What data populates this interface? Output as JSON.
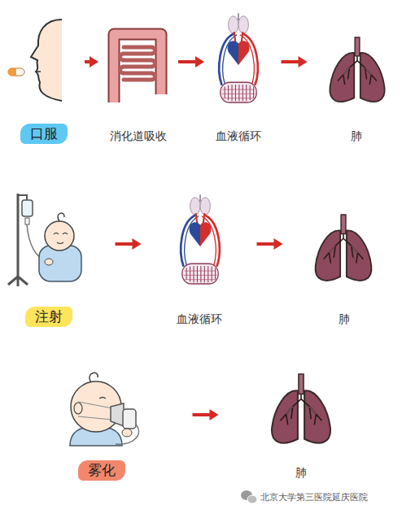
{
  "diagram": {
    "nodes": [
      {
        "text": [
          "口服"
        ]
      },
      {
        "text": [
          "消化道吸收"
        ]
      },
      {
        "text": [
          "血液循环"
        ]
      },
      {
        "text": [
          "肺"
        ]
      },
      {
        "text": [
          "注射"
        ]
      },
      {
        "text": [
          "血液循环"
        ]
      },
      {
        "text": [
          "肺"
        ]
      },
      {
        "text": [
          "雾化"
        ]
      },
      {
        "text": [
          "肺"
        ]
      }
    ],
    "edges": [
      {
        "from": 0,
        "to": 1,
        "arrow": "to"
      },
      {
        "from": 1,
        "to": 2,
        "arrow": "to"
      },
      {
        "from": 2,
        "to": 3,
        "arrow": "to"
      },
      {
        "from": 4,
        "to": 5,
        "arrow": "to"
      },
      {
        "from": 5,
        "to": 6,
        "arrow": "to"
      },
      {
        "from": 7,
        "to": 8,
        "arrow": "to"
      }
    ],
    "labels": [
      "北京大学第三医院延庆医院"
    ]
  }
}
